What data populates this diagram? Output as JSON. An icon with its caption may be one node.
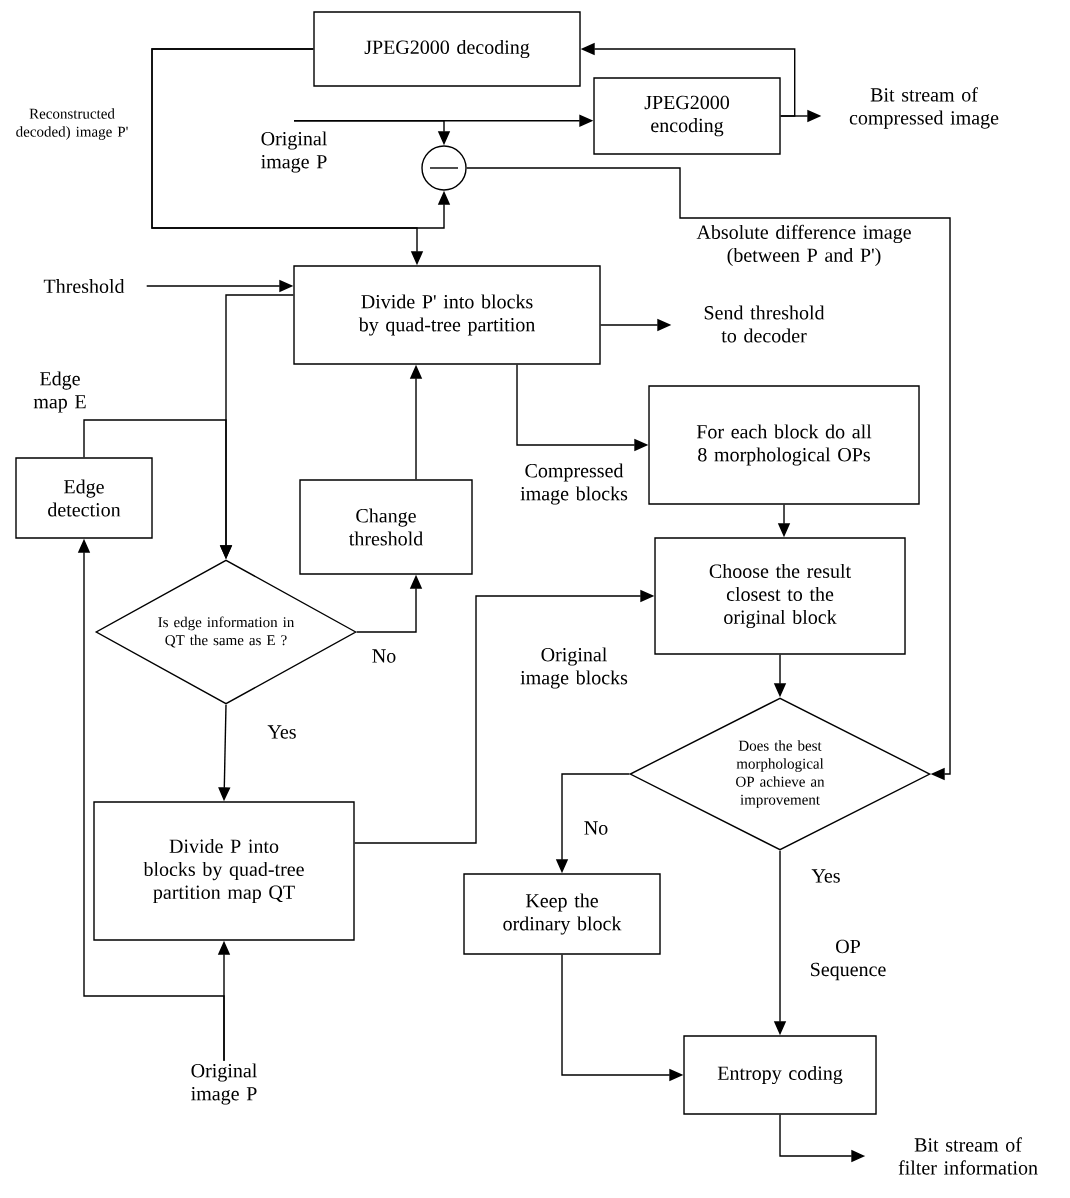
{
  "diagram": {
    "nodes": [
      {
        "text": [
          "JPEG2000 decoding"
        ]
      },
      {
        "text": [
          "JPEG2000 encoding"
        ]
      },
      {
        "text": [
          "Original image P"
        ]
      },
      {
        "text": [],
        "shape": "circle"
      },
      {
        "text": [
          "Bit stream of compressed image"
        ]
      },
      {
        "text": [
          "Threshold"
        ]
      },
      {
        "text": [
          "Divide P' into blocks by quad-tree partition"
        ]
      },
      {
        "text": [
          "Send threshold to decoder"
        ]
      },
      {
        "text": [
          "Edge detection"
        ]
      },
      {
        "text": [
          "Change threshold"
        ]
      },
      {
        "text": [
          "For each block do all 8 morphological OPs"
        ]
      },
      {
        "text": [
          "Is edge information in QT the same as E ?"
        ]
      },
      {
        "text": [
          "Choose the result closest to the original block"
        ]
      },
      {
        "text": [
          "Divide P into blocks by quad-tree partition map QT"
        ]
      },
      {
        "text": [
          "Does the best morphological OP achieve an improvement"
        ]
      },
      {
        "text": [
          "Keep the ordinary block"
        ]
      },
      {
        "text": [
          "Entropy coding"
        ]
      },
      {
        "text": [
          "Original image P"
        ]
      },
      {
        "text": [
          "Bit stream of filter information"
        ]
      }
    ],
    "edges": [
      {
        "from": 1,
        "to": 4,
        "arrow": "to"
      },
      {
        "from": 1,
        "to": 0,
        "arrow": "to"
      },
      {
        "from": 2,
        "to": 1,
        "arrow": "to"
      },
      {
        "from": 2,
        "to": 3,
        "arrow": "to"
      },
      {
        "from": 0,
        "to": 3,
        "arrow": "to"
      },
      {
        "from": 0,
        "to": 6,
        "arrow": "to"
      },
      {
        "from": 3,
        "to": 14,
        "arrow": "to",
        "label": "Absolute difference image (between P and P')"
      },
      {
        "from": 5,
        "to": 6,
        "arrow": "to"
      },
      {
        "from": 6,
        "to": 7,
        "arrow": "to"
      },
      {
        "from": 6,
        "to": 11,
        "arrow": "to"
      },
      {
        "from": 8,
        "to": 11,
        "arrow": "to"
      },
      {
        "from": 11,
        "to": 9,
        "arrow": "to",
        "label": "No"
      },
      {
        "from": 9,
        "to": 6,
        "arrow": "to"
      },
      {
        "from": 6,
        "to": 10,
        "arrow": "to",
        "label": "Compressed image blocks"
      },
      {
        "from": 11,
        "to": 13,
        "arrow": "to",
        "label": "Yes"
      },
      {
        "from": 13,
        "to": 12,
        "arrow": "to",
        "label": "Original image blocks"
      },
      {
        "from": 10,
        "to": 12,
        "arrow": "to"
      },
      {
        "from": 12,
        "to": 14,
        "arrow": "to"
      },
      {
        "from": 14,
        "to": 15,
        "arrow": "to",
        "label": "No"
      },
      {
        "from": 14,
        "to": 16,
        "arrow": "to",
        "label": "Yes"
      },
      {
        "from": 15,
        "to": 16,
        "arrow": "to"
      },
      {
        "from": 16,
        "to": 18,
        "arrow": "to"
      },
      {
        "from": 17,
        "to": 13,
        "arrow": "to"
      },
      {
        "from": 17,
        "to": 8,
        "arrow": "to"
      }
    ],
    "labels": [
      "Reconstructed decoded) image P'",
      "Edge map E",
      "OP Sequence"
    ]
  }
}
